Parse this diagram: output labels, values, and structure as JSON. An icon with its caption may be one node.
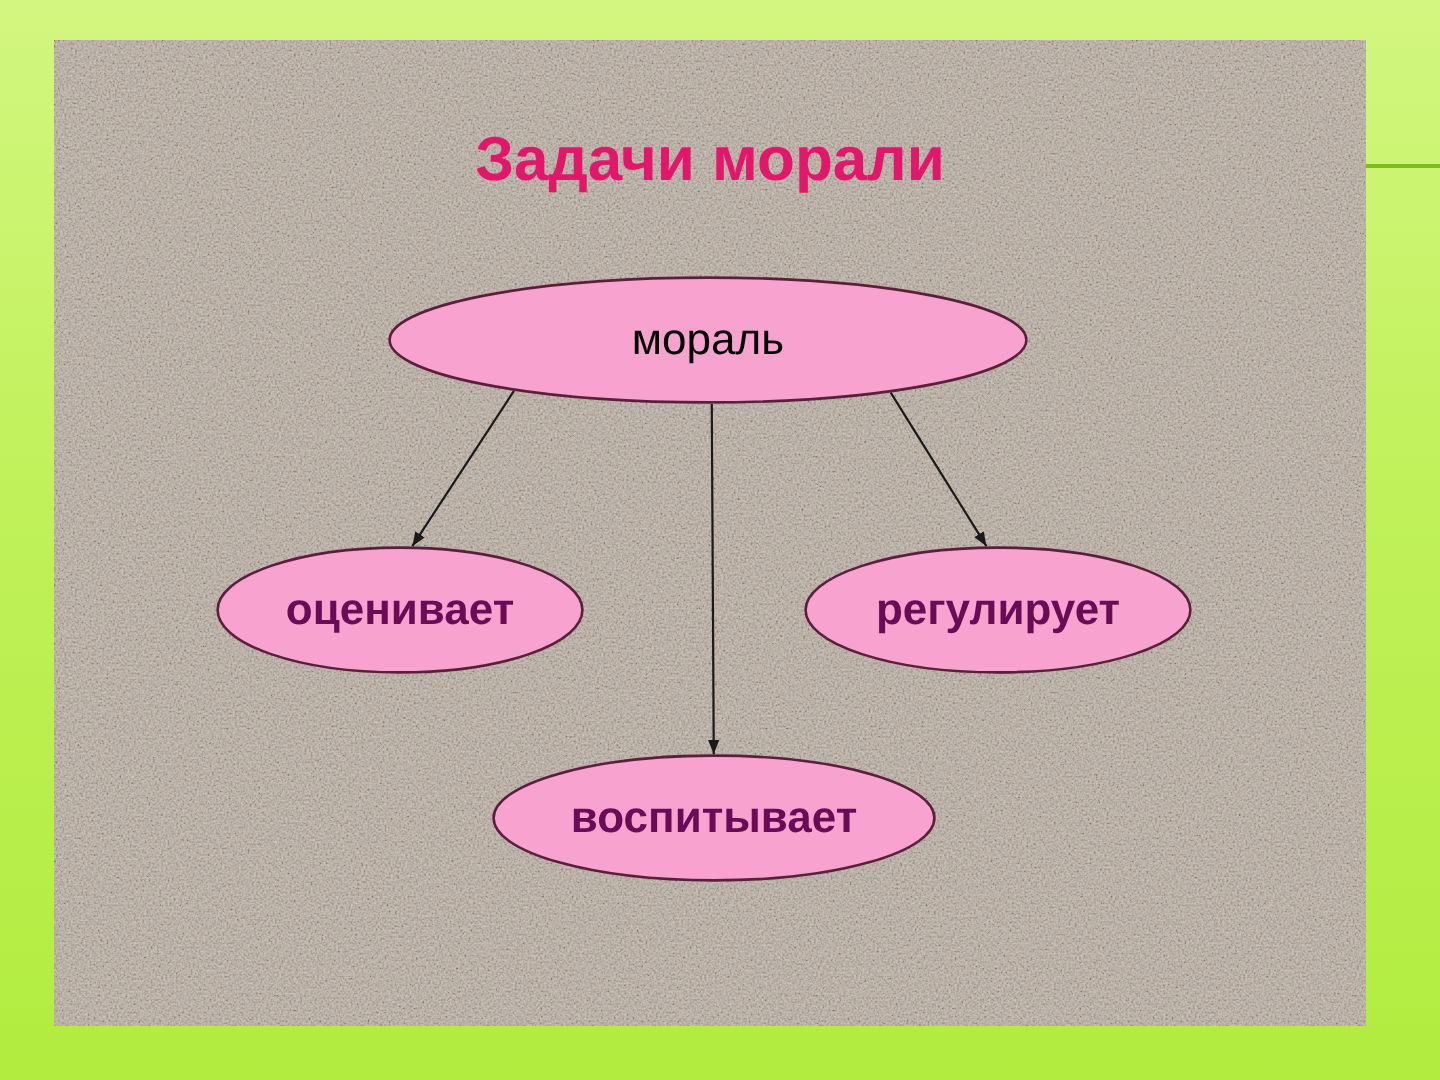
{
  "diagram": {
    "title": "Задачи морали",
    "nodes": [
      {
        "text": [
          "мораль"
        ]
      },
      {
        "text": [
          "оценивает"
        ]
      },
      {
        "text": [
          "регулирует"
        ]
      },
      {
        "text": [
          "воспитывает"
        ]
      }
    ],
    "edges": [
      {
        "from": 0,
        "to": 1,
        "arrow": "to"
      },
      {
        "from": 0,
        "to": 3,
        "arrow": "to"
      },
      {
        "from": 0,
        "to": 2,
        "arrow": "to"
      }
    ]
  }
}
